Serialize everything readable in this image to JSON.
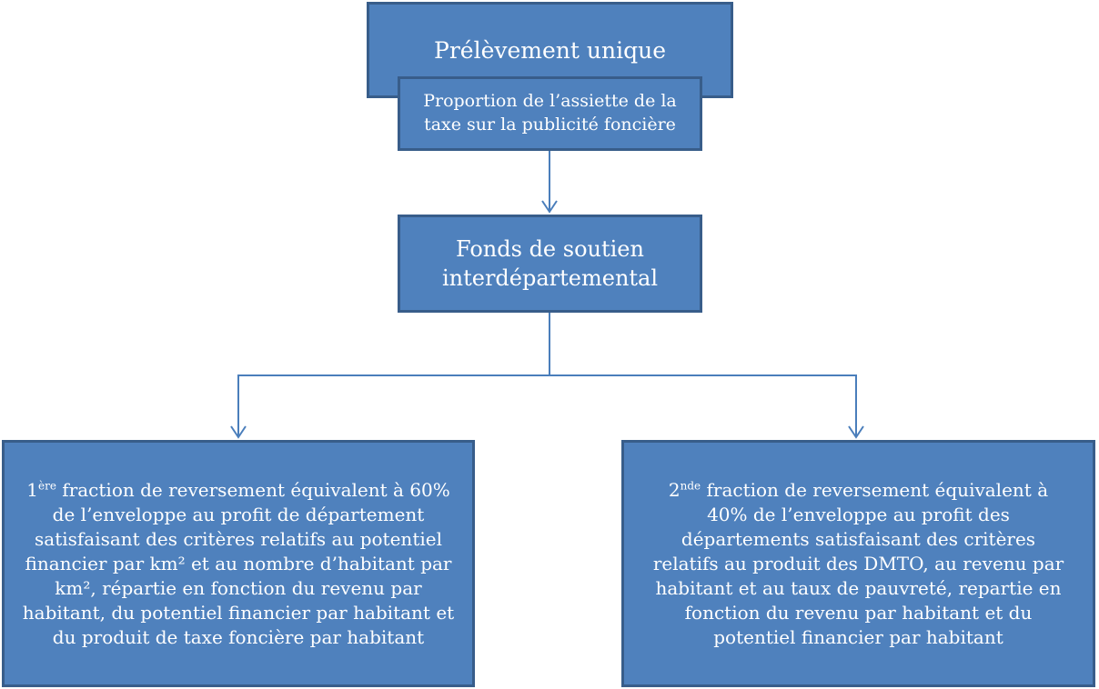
{
  "diagram": {
    "top_box": {
      "title": "Prélèvement unique",
      "subtitle": "Proportion de l’assiette de la taxe sur la publicité foncière"
    },
    "fonds_box": {
      "label": "Fonds de soutien interdépartemental"
    },
    "left_box": {
      "ordinal": "1",
      "ordinal_suffix": "ère",
      "text": " fraction de reversement équivalent à 60% de l’enveloppe au profit de département satisfaisant des critères relatifs au potentiel financier par km² et au nombre d’habitant par km², répartie en fonction du revenu par habitant, du potentiel financier par habitant et du produit de taxe foncière par habitant"
    },
    "right_box": {
      "ordinal": "2",
      "ordinal_suffix": "nde",
      "text": " fraction de reversement équivalent à 40% de l’enveloppe au profit des départements satisfaisant des critères relatifs au produit des DMTO, au revenu par habitant et au taux de pauvreté, repartie en fonction du revenu par habitant et du potentiel financier par habitant"
    },
    "colors": {
      "box_fill": "#4f81bd",
      "box_border": "#385d8a",
      "connector": "#4a7ebb",
      "text": "#ffffff"
    }
  }
}
